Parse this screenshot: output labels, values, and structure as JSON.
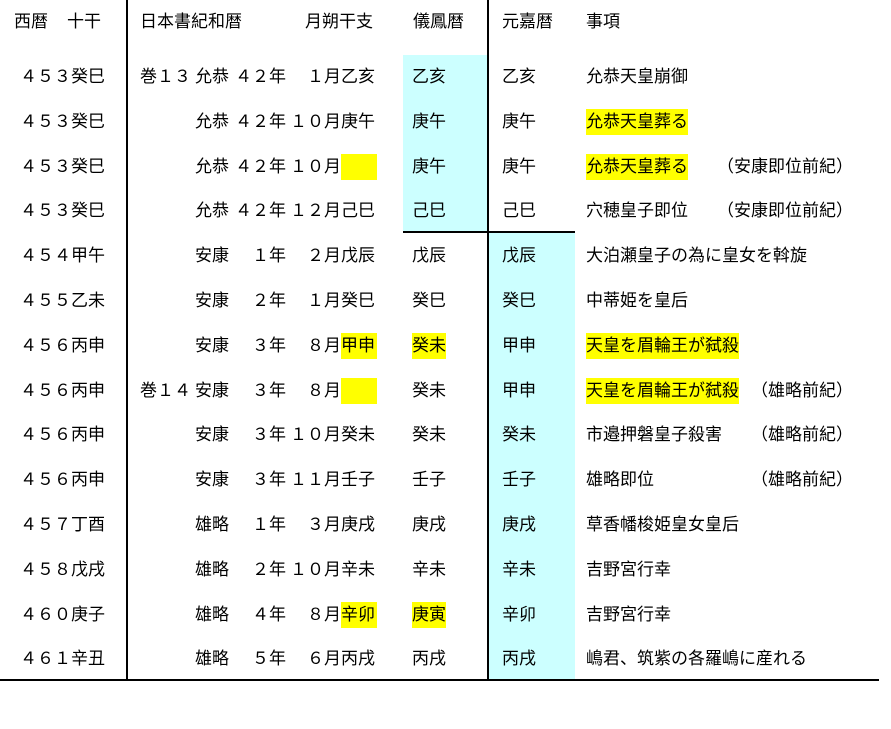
{
  "headers": {
    "western": "西暦",
    "jikkan": "十干",
    "nihonshoki": "日本書紀和暦",
    "kanshi": "月朔干支",
    "giho": "儀鳳暦",
    "genka": "元嘉暦",
    "event": "事項"
  },
  "colors": {
    "highlight": "#ffff00",
    "cyan": "#ccffff"
  },
  "rows": [
    {
      "year": "４５３癸巳",
      "vol": "巻１３",
      "era": "允恭",
      "reign_year": "４２年",
      "month": "１月",
      "kanshi": "乙亥",
      "kanshi_hl": false,
      "giho": "乙亥",
      "giho_hl": false,
      "genka": "乙亥",
      "event": "允恭天皇崩御",
      "event_hl": false,
      "note": ""
    },
    {
      "year": "４５３癸巳",
      "vol": "",
      "era": "允恭",
      "reign_year": "４２年",
      "month": "１０月",
      "kanshi": "庚午",
      "kanshi_hl": false,
      "giho": "庚午",
      "giho_hl": false,
      "genka": "庚午",
      "event": "允恭天皇葬る",
      "event_hl": true,
      "note": ""
    },
    {
      "year": "４５３癸巳",
      "vol": "",
      "era": "允恭",
      "reign_year": "４２年",
      "month": "１０月",
      "kanshi": "",
      "kanshi_hl": true,
      "giho": "庚午",
      "giho_hl": false,
      "genka": "庚午",
      "event": "允恭天皇葬る",
      "event_hl": true,
      "note": "（安康即位前紀）"
    },
    {
      "year": "４５３癸巳",
      "vol": "",
      "era": "允恭",
      "reign_year": "４２年",
      "month": "１２月",
      "kanshi": "己巳",
      "kanshi_hl": false,
      "giho": "己巳",
      "giho_hl": false,
      "genka": "己巳",
      "event": "穴穂皇子即位",
      "event_hl": false,
      "note": "（安康即位前紀）"
    },
    {
      "year": "４５４甲午",
      "vol": "",
      "era": "安康",
      "reign_year": "１年",
      "month": "２月",
      "kanshi": "戊辰",
      "kanshi_hl": false,
      "giho": "戊辰",
      "giho_hl": false,
      "genka": "戊辰",
      "event": "大泊瀬皇子の為に皇女を斡旋",
      "event_hl": false,
      "note": ""
    },
    {
      "year": "４５５乙未",
      "vol": "",
      "era": "安康",
      "reign_year": "２年",
      "month": "１月",
      "kanshi": "癸巳",
      "kanshi_hl": false,
      "giho": "癸巳",
      "giho_hl": false,
      "genka": "癸巳",
      "event": "中蒂姫を皇后",
      "event_hl": false,
      "note": ""
    },
    {
      "year": "４５６丙申",
      "vol": "",
      "era": "安康",
      "reign_year": "３年",
      "month": "８月",
      "kanshi": "甲申",
      "kanshi_hl": true,
      "giho": "癸未",
      "giho_hl": true,
      "genka": "甲申",
      "event": "天皇を眉輪王が弑殺",
      "event_hl": true,
      "note": ""
    },
    {
      "year": "４５６丙申",
      "vol": "巻１４",
      "era": "安康",
      "reign_year": "３年",
      "month": "８月",
      "kanshi": "",
      "kanshi_hl": true,
      "giho": "癸未",
      "giho_hl": false,
      "genka": "甲申",
      "event": "天皇を眉輪王が弑殺",
      "event_hl": true,
      "note": "（雄略前紀）"
    },
    {
      "year": "４５６丙申",
      "vol": "",
      "era": "安康",
      "reign_year": "３年",
      "month": "１０月",
      "kanshi": "癸未",
      "kanshi_hl": false,
      "giho": "癸未",
      "giho_hl": false,
      "genka": "癸未",
      "event": "市邉押磐皇子殺害",
      "event_hl": false,
      "note": "（雄略前紀）"
    },
    {
      "year": "４５６丙申",
      "vol": "",
      "era": "安康",
      "reign_year": "３年",
      "month": "１１月",
      "kanshi": "壬子",
      "kanshi_hl": false,
      "giho": "壬子",
      "giho_hl": false,
      "genka": "壬子",
      "event": "雄略即位",
      "event_hl": false,
      "note": "（雄略前紀）"
    },
    {
      "year": "４５７丁酉",
      "vol": "",
      "era": "雄略",
      "reign_year": "１年",
      "month": "３月",
      "kanshi": "庚戌",
      "kanshi_hl": false,
      "giho": "庚戌",
      "giho_hl": false,
      "genka": "庚戌",
      "event": "草香幡梭姫皇女皇后",
      "event_hl": false,
      "note": ""
    },
    {
      "year": "４５８戊戌",
      "vol": "",
      "era": "雄略",
      "reign_year": "２年",
      "month": "１０月",
      "kanshi": "辛未",
      "kanshi_hl": false,
      "giho": "辛未",
      "giho_hl": false,
      "genka": "辛未",
      "event": "吉野宮行幸",
      "event_hl": false,
      "note": ""
    },
    {
      "year": "４６０庚子",
      "vol": "",
      "era": "雄略",
      "reign_year": "４年",
      "month": "８月",
      "kanshi": "辛卯",
      "kanshi_hl": true,
      "giho": "庚寅",
      "giho_hl": true,
      "genka": "辛卯",
      "event": "吉野宮行幸",
      "event_hl": false,
      "note": ""
    },
    {
      "year": "４６１辛丑",
      "vol": "",
      "era": "雄略",
      "reign_year": "５年",
      "month": "６月",
      "kanshi": "丙戌",
      "kanshi_hl": false,
      "giho": "丙戌",
      "giho_hl": false,
      "genka": "丙戌",
      "event": "嶋君、筑紫の各羅嶋に産れる",
      "event_hl": false,
      "note": ""
    }
  ]
}
